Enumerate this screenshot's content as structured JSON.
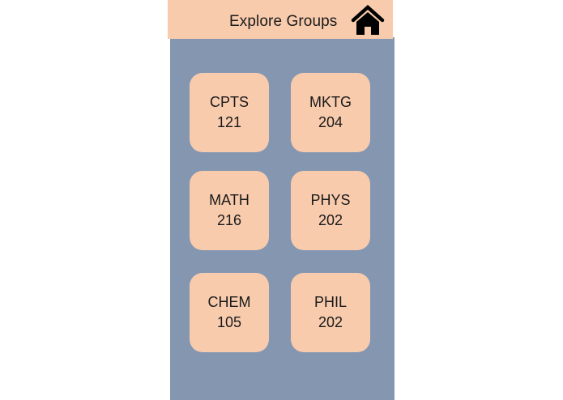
{
  "header": {
    "title": "Explore Groups",
    "home_icon": "home-icon"
  },
  "colors": {
    "header_bg": "#f8cbad",
    "panel_bg": "#8496b0",
    "tile_bg": "#f8cbad",
    "text": "#1a1a1a"
  },
  "groups": [
    {
      "dept": "CPTS",
      "num": "121"
    },
    {
      "dept": "MKTG",
      "num": "204"
    },
    {
      "dept": "MATH",
      "num": "216"
    },
    {
      "dept": "PHYS",
      "num": "202"
    },
    {
      "dept": "CHEM",
      "num": "105"
    },
    {
      "dept": "PHIL",
      "num": "202"
    }
  ]
}
